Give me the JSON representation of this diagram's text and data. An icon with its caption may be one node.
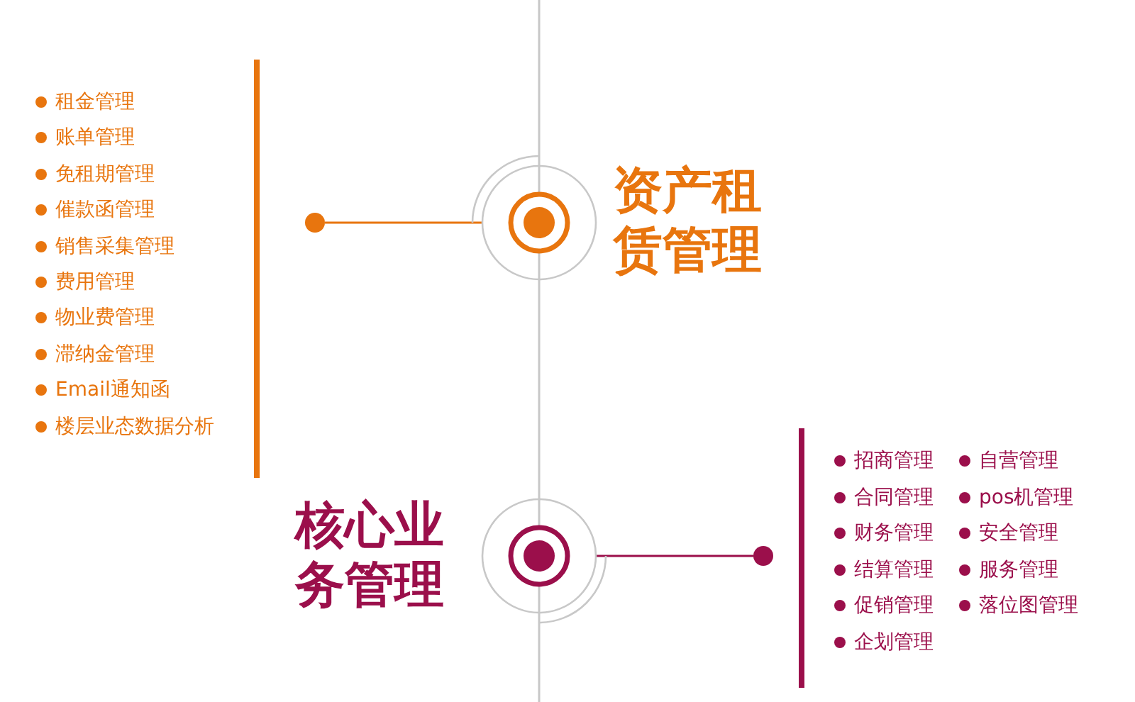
{
  "diagram": {
    "nodes": [
      {
        "text": [],
        "shape": "circle",
        "beside": [
          "资产租赁管理"
        ]
      },
      {
        "text": [],
        "shape": "circle"
      },
      {
        "text": [],
        "shape": "circle",
        "beside": [
          "核心业务管理"
        ]
      },
      {
        "text": [],
        "shape": "circle"
      }
    ],
    "edges": [
      {
        "from": 1,
        "to": 0,
        "arrow": "none"
      },
      {
        "from": 2,
        "to": 3,
        "arrow": "none",
        "color": "#9b0f4b"
      }
    ],
    "labels": [
      "租金管理",
      "账单管理",
      "免租期管理",
      "催款函管理",
      "销售采集管理",
      "费用管理",
      "物业费管理",
      "滞纳金管理",
      "Email通知函",
      "楼层业态数据分析",
      "招商管理",
      "自营管理",
      "合同管理",
      "pos机管理",
      "财务管理",
      "安全管理",
      "结算管理",
      "服务管理",
      "促销管理",
      "落位图管理",
      "企划管理"
    ]
  }
}
